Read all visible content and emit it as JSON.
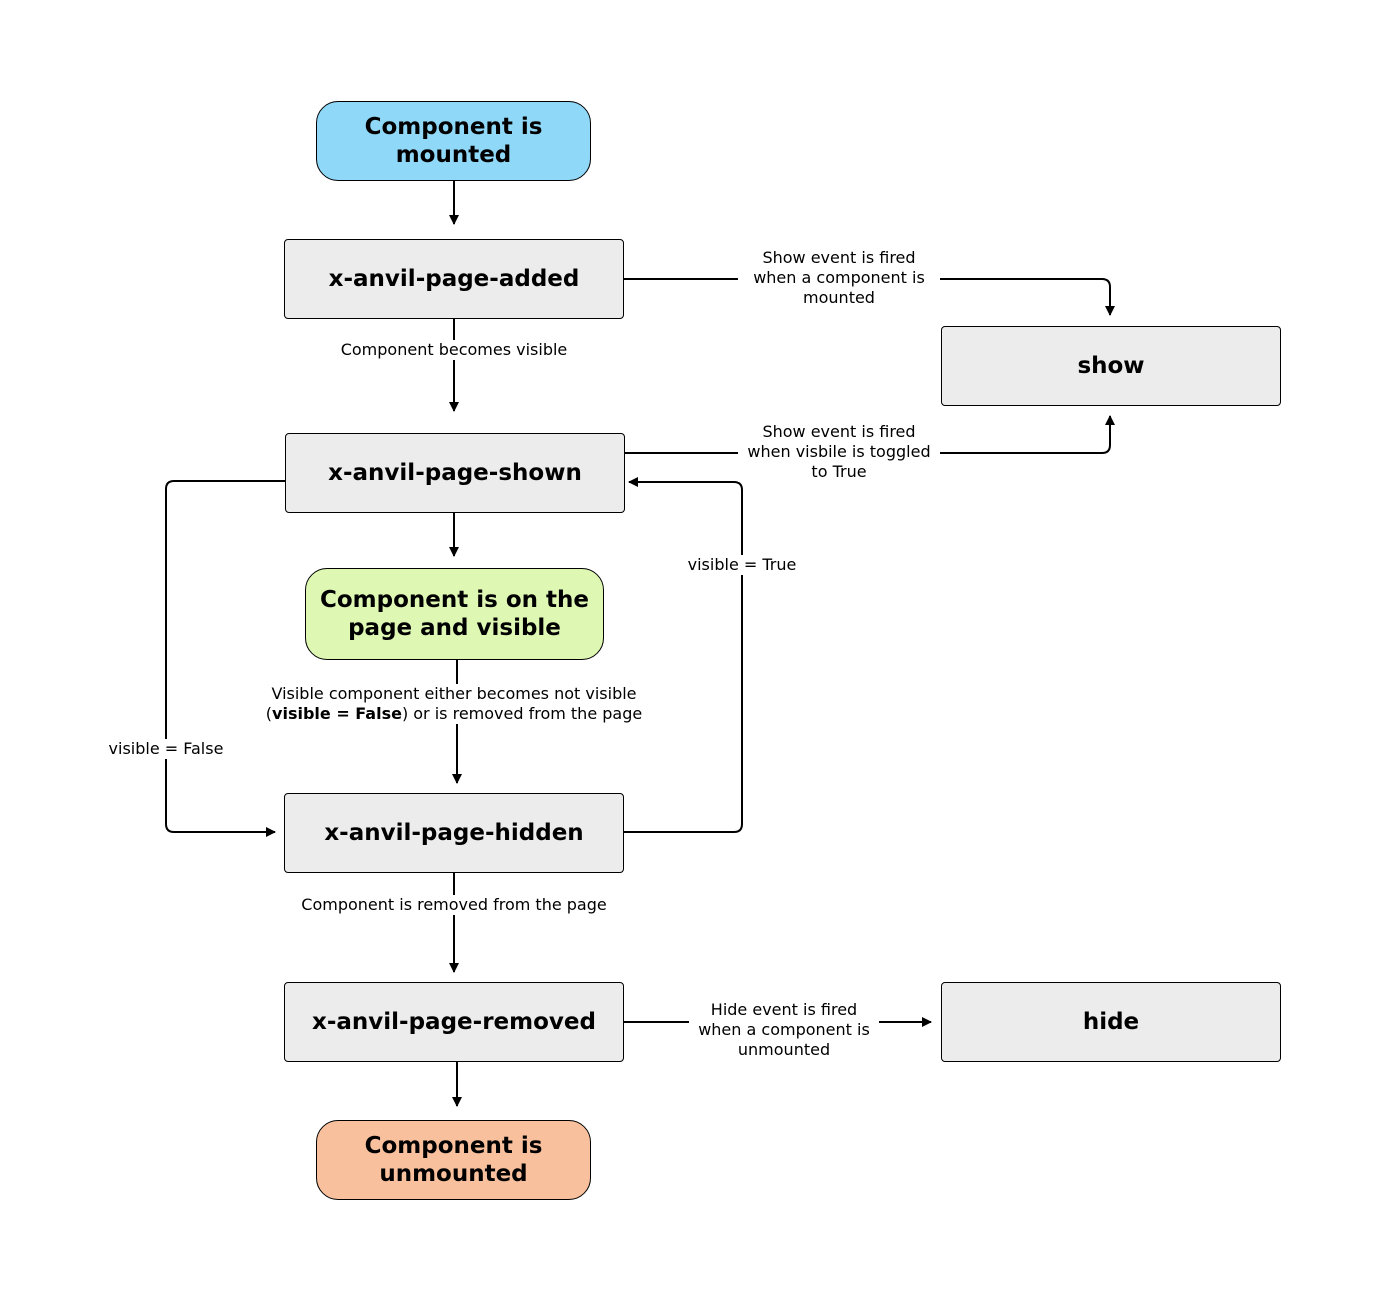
{
  "nodes": {
    "mounted": "Component is mounted",
    "page_added": "x-anvil-page-added",
    "show": "show",
    "page_shown": "x-anvil-page-shown",
    "on_page_visible": "Component is on the page and visible",
    "page_hidden": "x-anvil-page-hidden",
    "page_removed": "x-anvil-page-removed",
    "hide": "hide",
    "unmounted": "Component is unmounted"
  },
  "edges": {
    "show_on_mount": [
      "Show event is fired",
      "when a component is",
      "mounted"
    ],
    "becomes_visible": "Component becomes visible",
    "show_on_toggle": [
      "Show event is fired",
      "when visbile is toggled",
      "to True"
    ],
    "visible_true": "visible = True",
    "visible_false": "visible = False",
    "not_visible_line1": "Visible component either becomes not visible",
    "not_visible_open": "(",
    "not_visible_bold": "visible = False",
    "not_visible_rest": ") or is removed from the page",
    "removed_from_page": "Component is removed from the page",
    "hide_on_unmount": [
      "Hide event is fired",
      "when a component is",
      "unmounted"
    ]
  },
  "colors": {
    "mounted_fill": "#8fd8f7",
    "visible_fill": "#def8b4",
    "unmounted_fill": "#f8c09c",
    "event_fill": "#ececec",
    "line": "#000000"
  }
}
